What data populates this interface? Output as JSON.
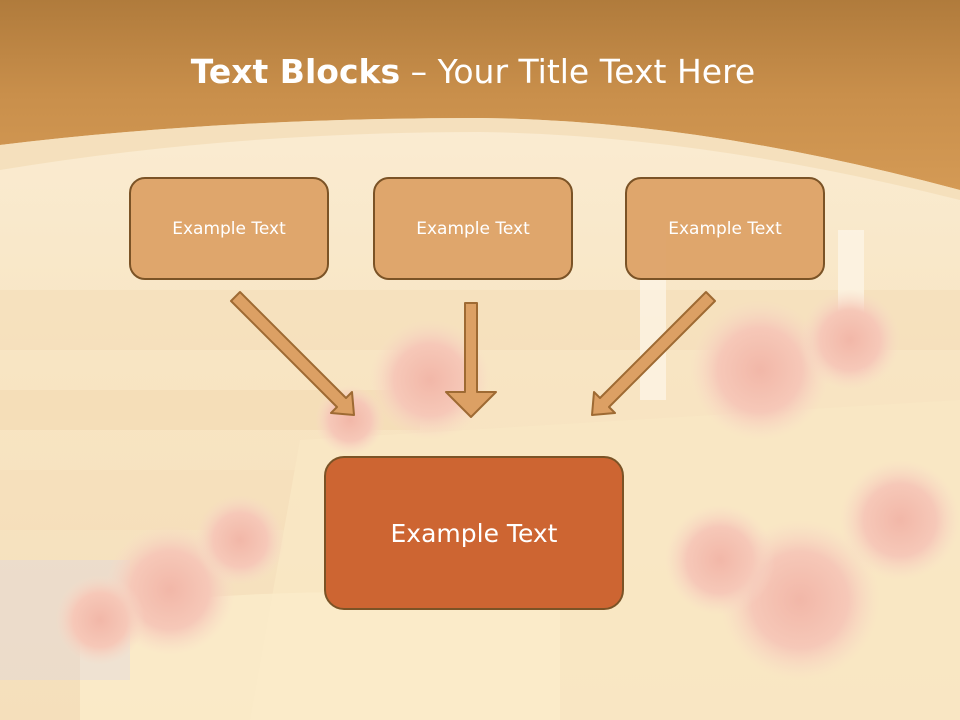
{
  "slide": {
    "title_bold": "Text Blocks",
    "title_dash": " – ",
    "title_rest": "Your Title Text Here",
    "top_boxes": [
      {
        "label": "Example Text"
      },
      {
        "label": "Example Text"
      },
      {
        "label": "Example Text"
      }
    ],
    "bottom_box": {
      "label": "Example Text"
    }
  },
  "colors": {
    "header_band": "#c68a45",
    "box_fill": "#dca064",
    "box_border": "#7b5326",
    "bottom_box_fill": "#cd6532",
    "arrow_fill": "#dca064"
  }
}
